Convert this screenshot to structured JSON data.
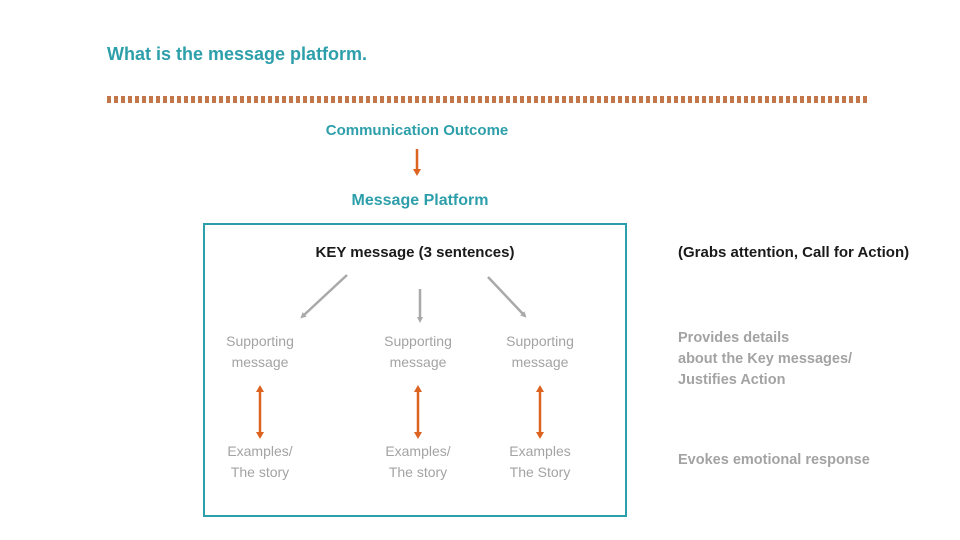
{
  "colors": {
    "teal": "#2D9FAA",
    "orange": "#DD6420",
    "dotted": "#C4764B",
    "gray-text": "#A3A3A3",
    "gray-arrow": "#A9A9A9",
    "dark-text": "#1A1A1A",
    "background": "#FFFFFF"
  },
  "slide": {
    "title": "What is the message platform.",
    "outcome_label": "Communication Outcome",
    "platform_label": "Message Platform",
    "key_box": {
      "heading": "KEY message (3 sentences)"
    },
    "columns": [
      {
        "top_line1": "Supporting",
        "top_line2": "message",
        "bottom_line1": "Examples/",
        "bottom_line2": "The story"
      },
      {
        "top_line1": "Supporting",
        "top_line2": "message",
        "bottom_line1": "Examples/",
        "bottom_line2": "The story"
      },
      {
        "top_line1": "Supporting",
        "top_line2": "message",
        "bottom_line1": "Examples",
        "bottom_line2": "The Story"
      }
    ],
    "annotations": {
      "key_note": "(Grabs attention, Call for Action)",
      "supporting_note_line1": "Provides details",
      "supporting_note_line2": "about the Key messages/",
      "supporting_note_line3": "Justifies Action",
      "examples_note": "Evokes emotional response"
    }
  }
}
